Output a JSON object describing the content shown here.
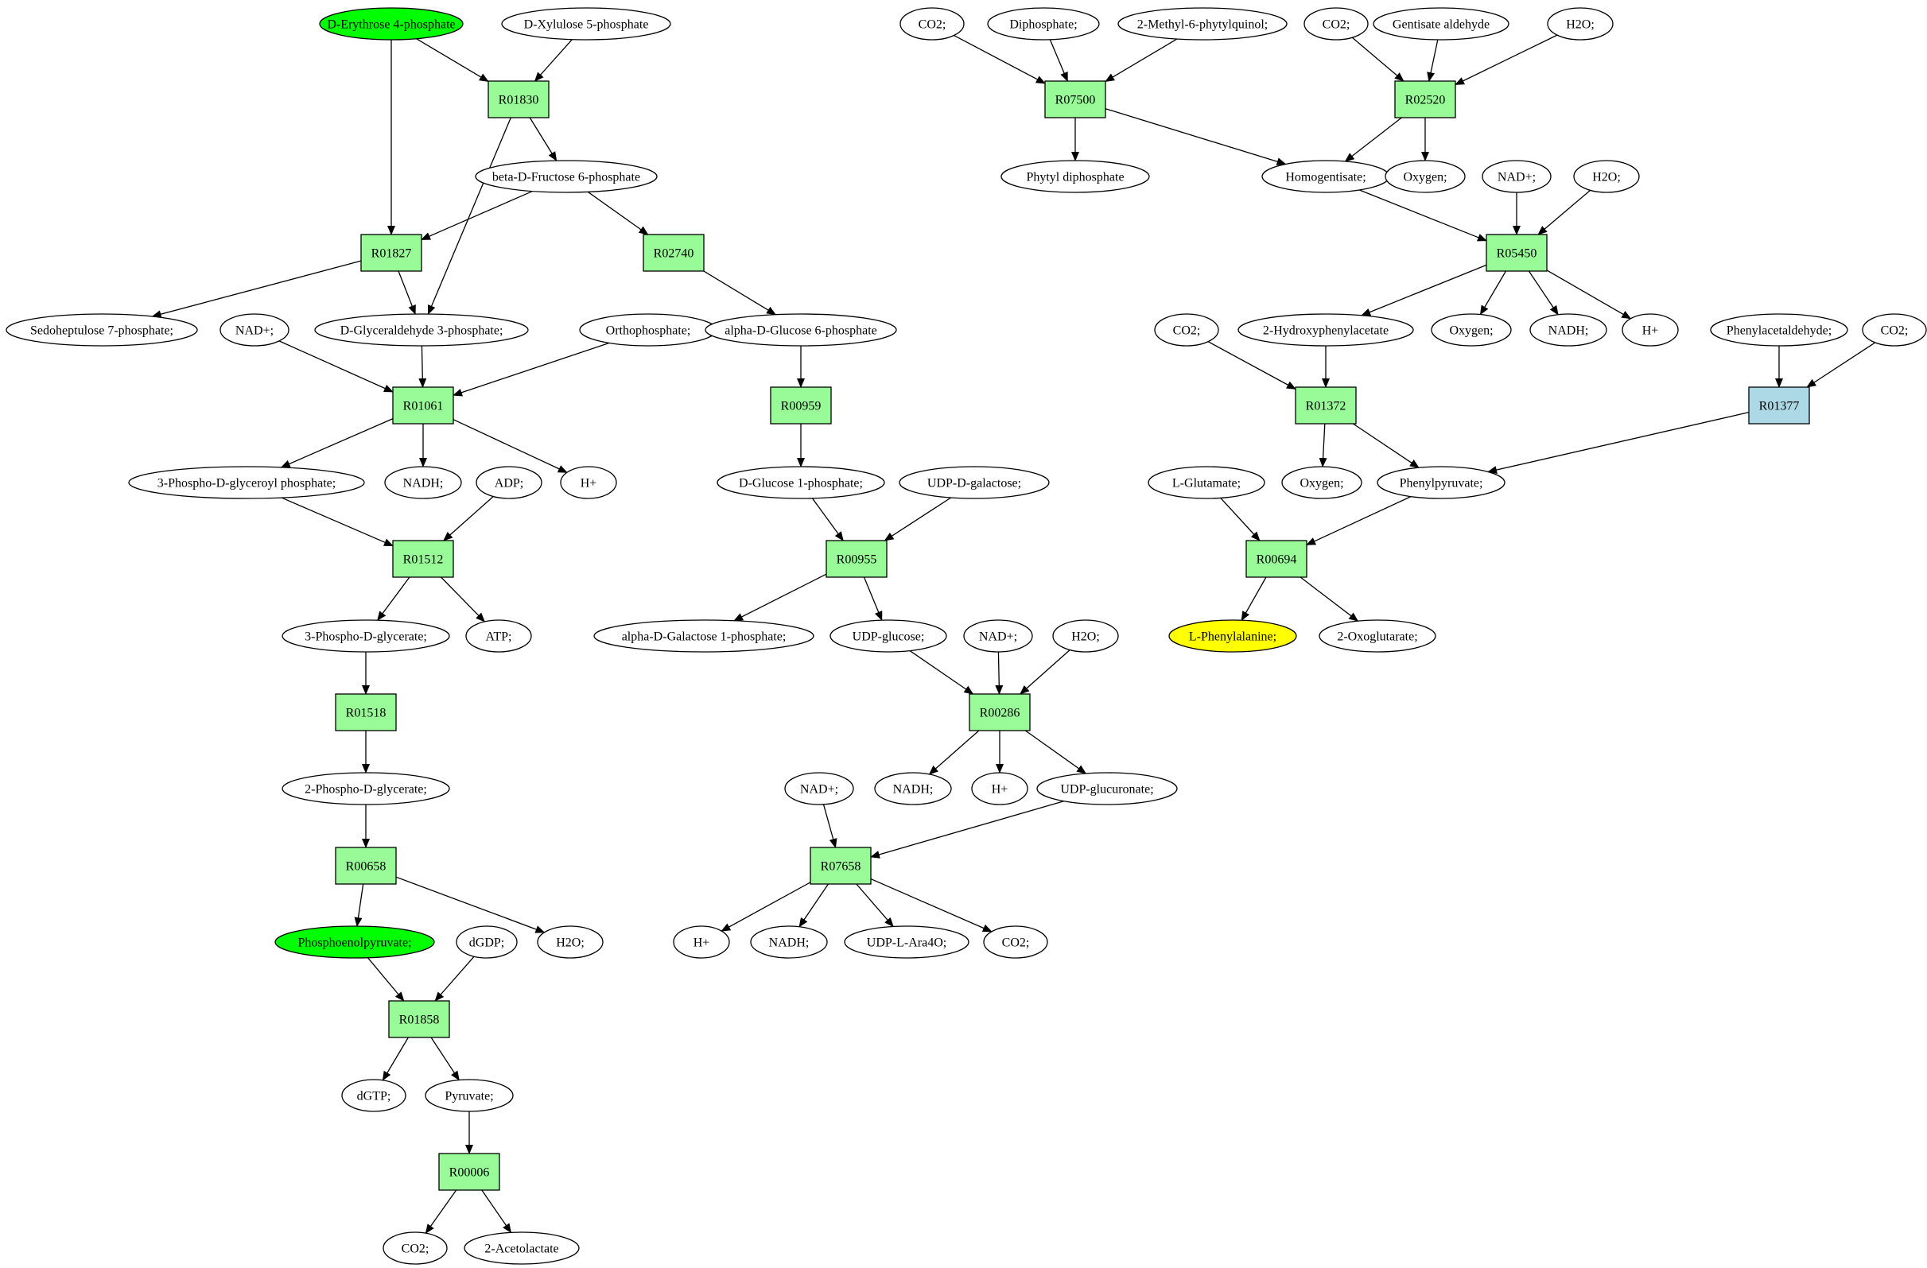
{
  "colors": {
    "reaction": "#98fb98",
    "reaction_alt": "#add8e6",
    "start": "#00ff00",
    "target": "#ffff00",
    "compound": "#ffffff",
    "edge": "#000000"
  },
  "nodes": [
    {
      "id": "n_e4p",
      "kind": "compound",
      "label": "D-Erythrose 4-phosphate",
      "color": "start"
    },
    {
      "id": "n_x5p",
      "kind": "compound",
      "label": "D-Xylulose 5-phosphate"
    },
    {
      "id": "r01830",
      "kind": "reaction",
      "label": "R01830"
    },
    {
      "id": "n_bf6p",
      "kind": "compound",
      "label": "beta-D-Fructose 6-phosphate"
    },
    {
      "id": "r01827",
      "kind": "reaction",
      "label": "R01827"
    },
    {
      "id": "r02740",
      "kind": "reaction",
      "label": "R02740"
    },
    {
      "id": "n_s7p",
      "kind": "compound",
      "label": "Sedoheptulose 7-phosphate;"
    },
    {
      "id": "n_nad1",
      "kind": "compound",
      "label": "NAD+;"
    },
    {
      "id": "n_g3p",
      "kind": "compound",
      "label": "D-Glyceraldehyde 3-phosphate;"
    },
    {
      "id": "n_pi",
      "kind": "compound",
      "label": "Orthophosphate;"
    },
    {
      "id": "n_ag6p",
      "kind": "compound",
      "label": "alpha-D-Glucose 6-phosphate"
    },
    {
      "id": "r01061",
      "kind": "reaction",
      "label": "R01061"
    },
    {
      "id": "r00959",
      "kind": "reaction",
      "label": "R00959"
    },
    {
      "id": "n_bpg",
      "kind": "compound",
      "label": "3-Phospho-D-glyceroyl phosphate;"
    },
    {
      "id": "n_nadh1",
      "kind": "compound",
      "label": "NADH;"
    },
    {
      "id": "n_adp",
      "kind": "compound",
      "label": "ADP;"
    },
    {
      "id": "n_h1",
      "kind": "compound",
      "label": "H+"
    },
    {
      "id": "n_g1p",
      "kind": "compound",
      "label": "D-Glucose 1-phosphate;"
    },
    {
      "id": "n_udpgal",
      "kind": "compound",
      "label": "UDP-D-galactose;"
    },
    {
      "id": "r01512",
      "kind": "reaction",
      "label": "R01512"
    },
    {
      "id": "r00955",
      "kind": "reaction",
      "label": "R00955"
    },
    {
      "id": "n_3pg",
      "kind": "compound",
      "label": "3-Phospho-D-glycerate;"
    },
    {
      "id": "n_atp",
      "kind": "compound",
      "label": "ATP;"
    },
    {
      "id": "n_agal1p",
      "kind": "compound",
      "label": "alpha-D-Galactose 1-phosphate;"
    },
    {
      "id": "n_udpglc",
      "kind": "compound",
      "label": "UDP-glucose;"
    },
    {
      "id": "n_nad2",
      "kind": "compound",
      "label": "NAD+;"
    },
    {
      "id": "n_h2o1",
      "kind": "compound",
      "label": "H2O;"
    },
    {
      "id": "r01518",
      "kind": "reaction",
      "label": "R01518"
    },
    {
      "id": "r00286",
      "kind": "reaction",
      "label": "R00286"
    },
    {
      "id": "n_2pg",
      "kind": "compound",
      "label": "2-Phospho-D-glycerate;"
    },
    {
      "id": "n_nad3",
      "kind": "compound",
      "label": "NAD+;"
    },
    {
      "id": "n_nadh2",
      "kind": "compound",
      "label": "NADH;"
    },
    {
      "id": "n_h2",
      "kind": "compound",
      "label": "H+"
    },
    {
      "id": "n_udpglcu",
      "kind": "compound",
      "label": "UDP-glucuronate;"
    },
    {
      "id": "r00658",
      "kind": "reaction",
      "label": "R00658"
    },
    {
      "id": "r07658",
      "kind": "reaction",
      "label": "R07658"
    },
    {
      "id": "n_pep",
      "kind": "compound",
      "label": "Phosphoenolpyruvate;",
      "color": "start"
    },
    {
      "id": "n_dgdp",
      "kind": "compound",
      "label": "dGDP;"
    },
    {
      "id": "n_h2o2",
      "kind": "compound",
      "label": "H2O;"
    },
    {
      "id": "n_h3",
      "kind": "compound",
      "label": "H+"
    },
    {
      "id": "n_nadh3",
      "kind": "compound",
      "label": "NADH;"
    },
    {
      "id": "n_udpara",
      "kind": "compound",
      "label": "UDP-L-Ara4O;"
    },
    {
      "id": "n_co2_1",
      "kind": "compound",
      "label": "CO2;"
    },
    {
      "id": "r01858",
      "kind": "reaction",
      "label": "R01858"
    },
    {
      "id": "n_dgtp",
      "kind": "compound",
      "label": "dGTP;"
    },
    {
      "id": "n_pyr",
      "kind": "compound",
      "label": "Pyruvate;"
    },
    {
      "id": "r00006",
      "kind": "reaction",
      "label": "R00006"
    },
    {
      "id": "n_co2_2",
      "kind": "compound",
      "label": "CO2;"
    },
    {
      "id": "n_acl",
      "kind": "compound",
      "label": "2-Acetolactate"
    },
    {
      "id": "n_co2_3",
      "kind": "compound",
      "label": "CO2;"
    },
    {
      "id": "n_ppi",
      "kind": "compound",
      "label": "Diphosphate;"
    },
    {
      "id": "n_mpq",
      "kind": "compound",
      "label": "2-Methyl-6-phytylquinol;"
    },
    {
      "id": "n_co2_4",
      "kind": "compound",
      "label": "CO2;"
    },
    {
      "id": "n_gald",
      "kind": "compound",
      "label": "Gentisate aldehyde"
    },
    {
      "id": "n_h2o3",
      "kind": "compound",
      "label": "H2O;"
    },
    {
      "id": "r07500",
      "kind": "reaction",
      "label": "R07500"
    },
    {
      "id": "r02520",
      "kind": "reaction",
      "label": "R02520"
    },
    {
      "id": "n_phytpp",
      "kind": "compound",
      "label": "Phytyl diphosphate"
    },
    {
      "id": "n_hga",
      "kind": "compound",
      "label": "Homogentisate;"
    },
    {
      "id": "n_o2_1",
      "kind": "compound",
      "label": "Oxygen;"
    },
    {
      "id": "n_nad4",
      "kind": "compound",
      "label": "NAD+;"
    },
    {
      "id": "n_h2o4",
      "kind": "compound",
      "label": "H2O;"
    },
    {
      "id": "r05450",
      "kind": "reaction",
      "label": "R05450"
    },
    {
      "id": "n_co2_5",
      "kind": "compound",
      "label": "CO2;"
    },
    {
      "id": "n_2hpa",
      "kind": "compound",
      "label": "2-Hydroxyphenylacetate"
    },
    {
      "id": "n_o2_2",
      "kind": "compound",
      "label": "Oxygen;"
    },
    {
      "id": "n_nadh4",
      "kind": "compound",
      "label": "NADH;"
    },
    {
      "id": "n_h4",
      "kind": "compound",
      "label": "H+"
    },
    {
      "id": "n_phald",
      "kind": "compound",
      "label": "Phenylacetaldehyde;"
    },
    {
      "id": "n_co2_6",
      "kind": "compound",
      "label": "CO2;"
    },
    {
      "id": "r01372",
      "kind": "reaction",
      "label": "R01372"
    },
    {
      "id": "r01377",
      "kind": "reaction",
      "label": "R01377",
      "color": "reaction_alt"
    },
    {
      "id": "n_glu",
      "kind": "compound",
      "label": "L-Glutamate;"
    },
    {
      "id": "n_o2_3",
      "kind": "compound",
      "label": "Oxygen;"
    },
    {
      "id": "n_phpyr",
      "kind": "compound",
      "label": "Phenylpyruvate;"
    },
    {
      "id": "r00694",
      "kind": "reaction",
      "label": "R00694"
    },
    {
      "id": "n_phe",
      "kind": "compound",
      "label": "L-Phenylalanine;",
      "color": "target"
    },
    {
      "id": "n_2og",
      "kind": "compound",
      "label": "2-Oxoglutarate;"
    }
  ],
  "edges": [
    [
      "n_e4p",
      "r01830"
    ],
    [
      "n_x5p",
      "r01830"
    ],
    [
      "n_e4p",
      "r01827"
    ],
    [
      "r01830",
      "n_bf6p"
    ],
    [
      "r01830",
      "n_g3p"
    ],
    [
      "n_bf6p",
      "r01827"
    ],
    [
      "n_bf6p",
      "r02740"
    ],
    [
      "r01827",
      "n_s7p"
    ],
    [
      "r01827",
      "n_g3p"
    ],
    [
      "r02740",
      "n_ag6p"
    ],
    [
      "n_nad1",
      "r01061"
    ],
    [
      "n_g3p",
      "r01061"
    ],
    [
      "n_pi",
      "r01061"
    ],
    [
      "r01061",
      "n_bpg"
    ],
    [
      "r01061",
      "n_nadh1"
    ],
    [
      "r01061",
      "n_h1"
    ],
    [
      "n_ag6p",
      "r00959"
    ],
    [
      "r00959",
      "n_g1p"
    ],
    [
      "n_bpg",
      "r01512"
    ],
    [
      "n_adp",
      "r01512"
    ],
    [
      "r01512",
      "n_3pg"
    ],
    [
      "r01512",
      "n_atp"
    ],
    [
      "n_g1p",
      "r00955"
    ],
    [
      "n_udpgal",
      "r00955"
    ],
    [
      "r00955",
      "n_agal1p"
    ],
    [
      "r00955",
      "n_udpglc"
    ],
    [
      "n_3pg",
      "r01518"
    ],
    [
      "r01518",
      "n_2pg"
    ],
    [
      "n_udpglc",
      "r00286"
    ],
    [
      "n_nad2",
      "r00286"
    ],
    [
      "n_h2o1",
      "r00286"
    ],
    [
      "r00286",
      "n_nadh2"
    ],
    [
      "r00286",
      "n_h2"
    ],
    [
      "r00286",
      "n_udpglcu"
    ],
    [
      "n_2pg",
      "r00658"
    ],
    [
      "r00658",
      "n_pep"
    ],
    [
      "r00658",
      "n_h2o2"
    ],
    [
      "n_nad3",
      "r07658"
    ],
    [
      "n_udpglcu",
      "r07658"
    ],
    [
      "r07658",
      "n_h3"
    ],
    [
      "r07658",
      "n_nadh3"
    ],
    [
      "r07658",
      "n_udpara"
    ],
    [
      "r07658",
      "n_co2_1"
    ],
    [
      "n_pep",
      "r01858"
    ],
    [
      "n_dgdp",
      "r01858"
    ],
    [
      "r01858",
      "n_dgtp"
    ],
    [
      "r01858",
      "n_pyr"
    ],
    [
      "n_pyr",
      "r00006"
    ],
    [
      "r00006",
      "n_co2_2"
    ],
    [
      "r00006",
      "n_acl"
    ],
    [
      "n_co2_3",
      "r07500"
    ],
    [
      "n_ppi",
      "r07500"
    ],
    [
      "n_mpq",
      "r07500"
    ],
    [
      "r07500",
      "n_phytpp"
    ],
    [
      "r07500",
      "n_hga"
    ],
    [
      "n_co2_4",
      "r02520"
    ],
    [
      "n_gald",
      "r02520"
    ],
    [
      "n_h2o3",
      "r02520"
    ],
    [
      "r02520",
      "n_hga"
    ],
    [
      "r02520",
      "n_o2_1"
    ],
    [
      "n_hga",
      "r05450"
    ],
    [
      "n_nad4",
      "r05450"
    ],
    [
      "n_h2o4",
      "r05450"
    ],
    [
      "r05450",
      "n_2hpa"
    ],
    [
      "r05450",
      "n_o2_2"
    ],
    [
      "r05450",
      "n_nadh4"
    ],
    [
      "r05450",
      "n_h4"
    ],
    [
      "n_co2_5",
      "r01372"
    ],
    [
      "n_2hpa",
      "r01372"
    ],
    [
      "r01372",
      "n_o2_3"
    ],
    [
      "r01372",
      "n_phpyr"
    ],
    [
      "n_phald",
      "r01377"
    ],
    [
      "n_co2_6",
      "r01377"
    ],
    [
      "r01377",
      "n_phpyr"
    ],
    [
      "n_glu",
      "r00694"
    ],
    [
      "n_phpyr",
      "r00694"
    ],
    [
      "r00694",
      "n_phe"
    ],
    [
      "r00694",
      "n_2og"
    ]
  ]
}
